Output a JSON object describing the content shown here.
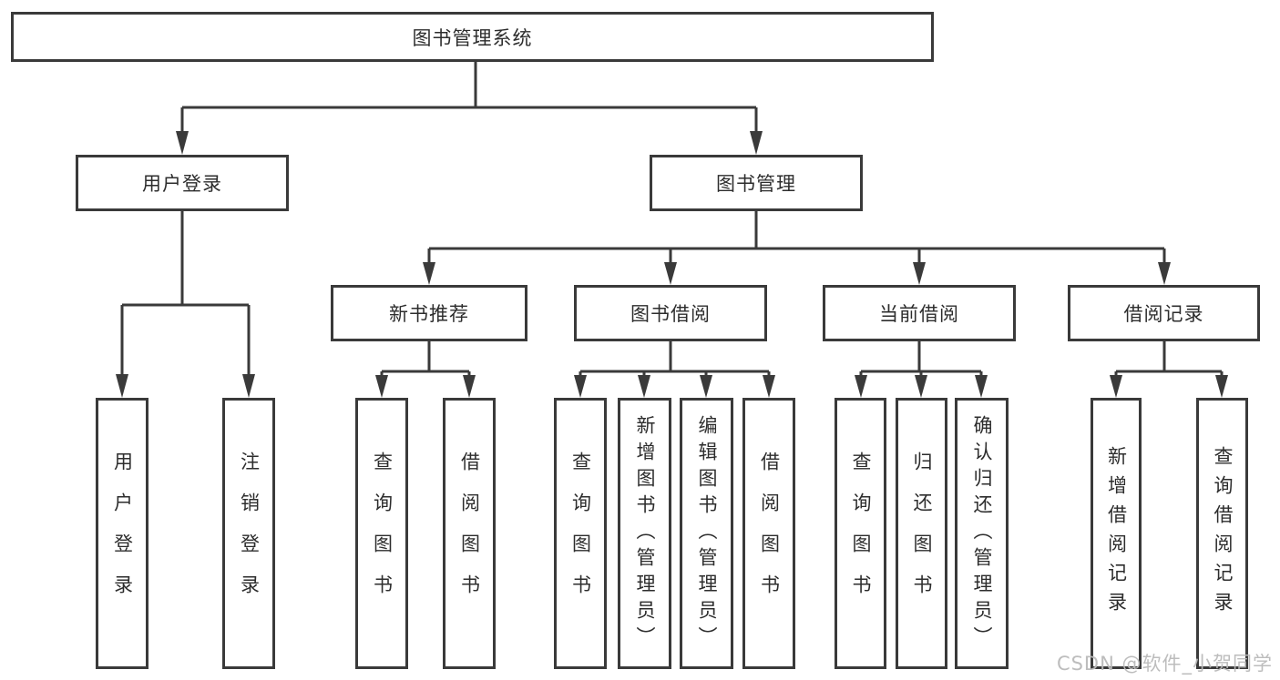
{
  "diagram": {
    "root": {
      "label": "图书管理系统"
    },
    "branches": [
      {
        "label": "用户登录",
        "children": [
          "用户登录",
          "注销登录"
        ]
      },
      {
        "label": "图书管理",
        "sections": [
          {
            "label": "新书推荐",
            "children": [
              "查询图书",
              "借阅图书"
            ]
          },
          {
            "label": "图书借阅",
            "children": [
              "查询图书",
              "新增图书（管理员）",
              "编辑图书（管理员）",
              "借阅图书"
            ]
          },
          {
            "label": "当前借阅",
            "children": [
              "查询图书",
              "归还图书",
              "确认归还（管理员）"
            ]
          },
          {
            "label": "借阅记录",
            "children": [
              "新增借阅记录",
              "查询借阅记录"
            ]
          }
        ]
      }
    ]
  },
  "watermark": "CSDN @软件_小贺同学",
  "colors": {
    "line": "#3a3a3a",
    "text": "#2d2d2d",
    "watermark": "#b9b9b9",
    "background": "#ffffff"
  }
}
